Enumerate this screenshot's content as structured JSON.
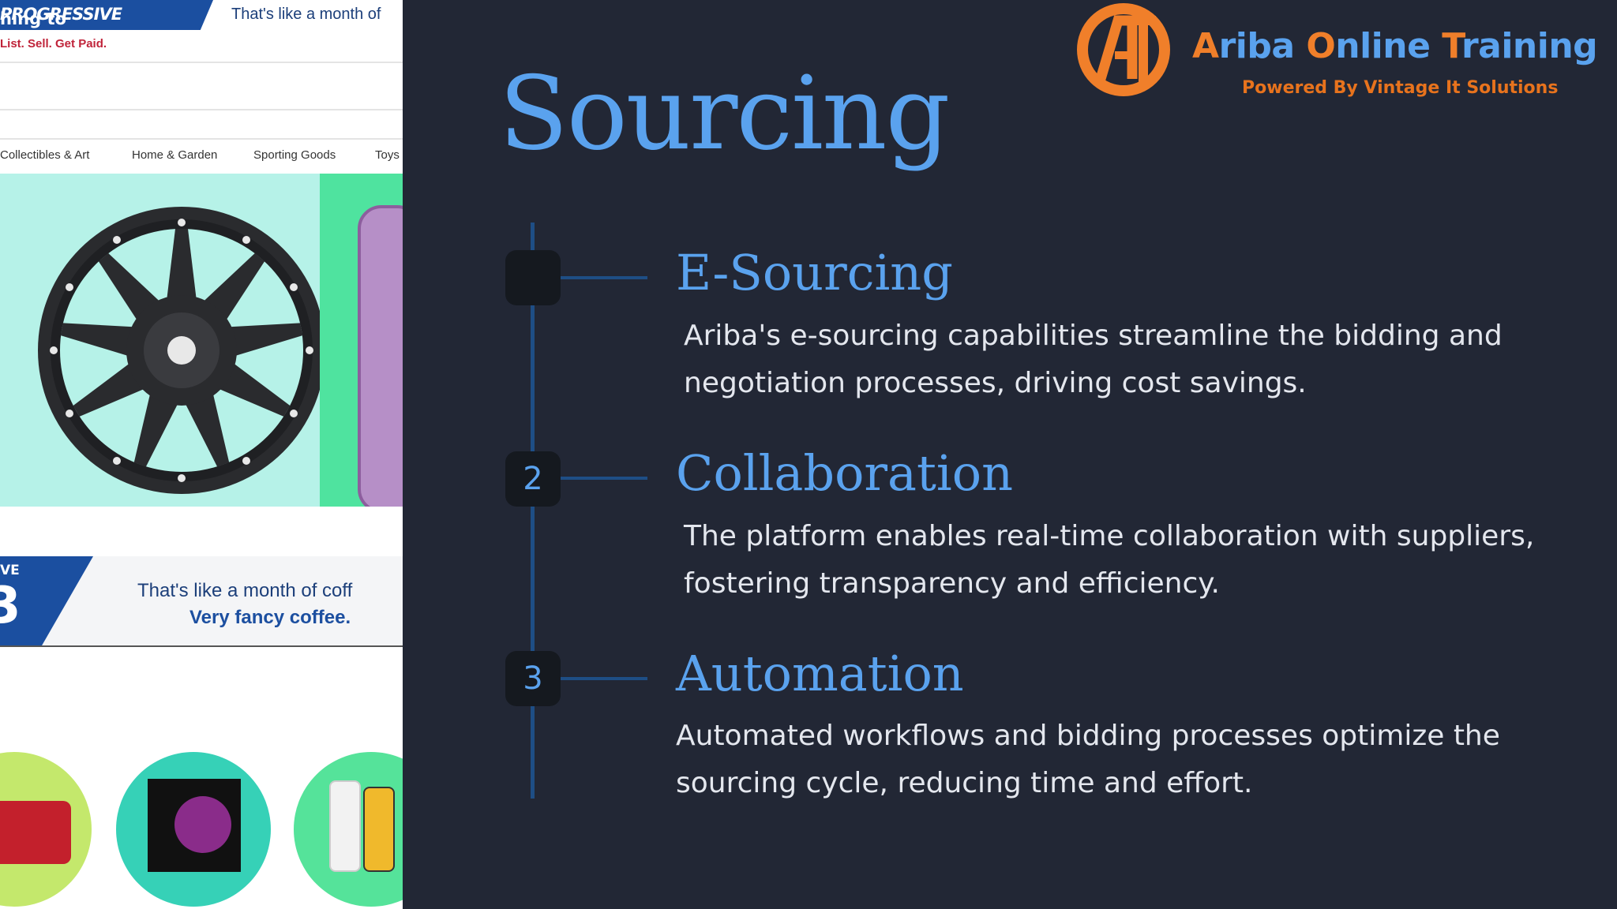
{
  "left_screenshot": {
    "banner_prefix": "hing to",
    "banner_brand": "PROGRESSIVE",
    "banner_tagline": "That's like a month of",
    "subline": "List. Sell. Get Paid.",
    "categories": [
      "Collectibles & Art",
      "Home & Garden",
      "Sporting Goods",
      "Toys"
    ],
    "ad_badge": "VE",
    "ad_big": "3",
    "ad_line1": "That's like a month of coff",
    "ad_line2": "Very fancy coffee."
  },
  "slide": {
    "title": "Sourcing",
    "brand_part1": "A",
    "brand_part2": "riba ",
    "brand_part3": "O",
    "brand_part4": "nline ",
    "brand_part5": "T",
    "brand_part6": "raining",
    "powered_by": "Powered By Vintage It Solutions",
    "items": [
      {
        "number": "",
        "title": "E-Sourcing",
        "description": "Ariba's e-sourcing capabilities streamline the bidding and negotiation processes, driving cost savings."
      },
      {
        "number": "2",
        "title": "Collaboration",
        "description": "The platform enables real-time collaboration with suppliers, fostering transparency and efficiency."
      },
      {
        "number": "3",
        "title": "Automation",
        "description": "Automated workflows and bidding processes optimize the sourcing cycle, reducing time and effort."
      }
    ]
  },
  "colors": {
    "background": "#222735",
    "accent_blue": "#5aa2ee",
    "accent_orange": "#f07f2a",
    "timeline": "#1e4e85"
  }
}
